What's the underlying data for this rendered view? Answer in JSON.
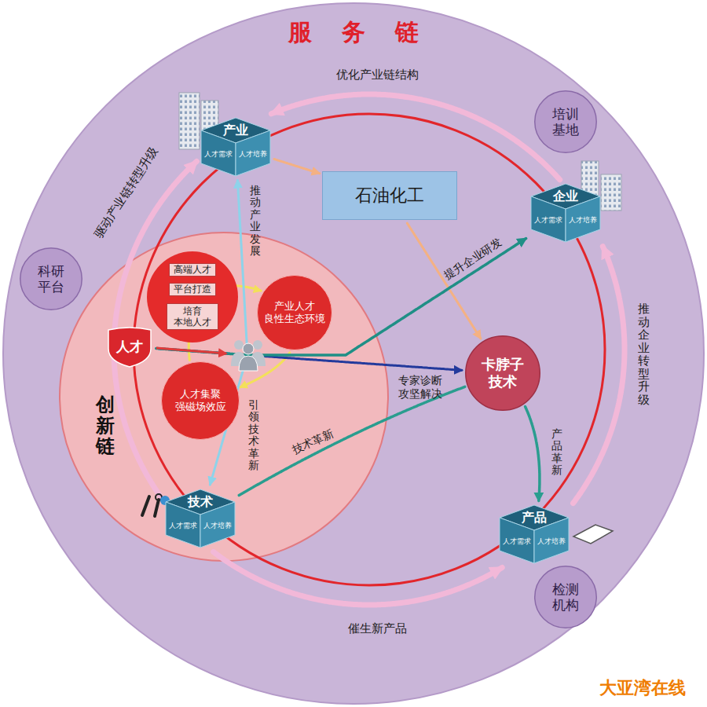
{
  "diagram": {
    "nodes": [
      {
        "text": [
          "服务链"
        ]
      },
      {
        "text": [
          "培训基地"
        ],
        "in": 0
      },
      {
        "text": [
          "科研平台"
        ],
        "in": 0
      },
      {
        "text": [
          "检测机构"
        ],
        "in": 0
      },
      {
        "text": [
          "产业",
          "人才需求",
          "人才培养"
        ],
        "in": 0
      },
      {
        "text": [
          "石油化工"
        ],
        "in": 0
      },
      {
        "text": [
          "企业",
          "人才需求",
          "人才培养"
        ],
        "in": 0
      },
      {
        "text": [
          "创新链"
        ],
        "in": 0
      },
      {
        "text": [
          "高端人才"
        ],
        "in": 7
      },
      {
        "text": [
          "平台打造"
        ],
        "in": 7
      },
      {
        "text": [
          "培育 本地人才"
        ],
        "in": 7
      },
      {
        "text": [
          "人才"
        ],
        "in": 7
      },
      {
        "text": [
          "产业人才 良性生态环境"
        ],
        "in": 7
      },
      {
        "text": [
          "人才集聚 强磁场效应"
        ],
        "in": 7
      },
      {
        "text": [
          "卡脖子技术"
        ],
        "in": 0
      },
      {
        "text": [
          "技术",
          "人才需求",
          "人才培养"
        ],
        "in": 7
      },
      {
        "text": [
          "产品",
          "人才需求",
          "人才培养"
        ],
        "in": 0
      }
    ],
    "edges": [
      {
        "from": 4,
        "to": 5,
        "arrow": "to"
      },
      {
        "from": 5,
        "to": 14,
        "arrow": "to"
      },
      {
        "from": 6,
        "to": 4,
        "label": "优化产业链结构",
        "arrow": "to"
      },
      {
        "from": 15,
        "to": 4,
        "label": "驱动产业链转型升级",
        "arrow": "to"
      },
      {
        "from": 16,
        "to": 6,
        "label": "推动企业转型升级",
        "arrow": "to"
      },
      {
        "from": 15,
        "to": 16,
        "label": "催生新产品",
        "arrow": "to"
      },
      {
        "from": 8,
        "to": 9,
        "arrow": "to"
      },
      {
        "from": 9,
        "to": 10,
        "arrow": "to"
      },
      {
        "from": 9,
        "to": 12,
        "arrow": "to"
      },
      {
        "from": 12,
        "to": 13,
        "arrow": "to"
      },
      {
        "from": 13,
        "to": 10,
        "arrow": "to"
      },
      {
        "from": 11,
        "to": 4,
        "label": "推动产业发展",
        "arrow": "to"
      },
      {
        "from": 11,
        "to": 15,
        "label": "引领技术革新",
        "arrow": "to"
      },
      {
        "from": 11,
        "to": 14,
        "label": "专家诊断 攻坚解决",
        "arrow": "to"
      },
      {
        "from": 11,
        "to": 6,
        "label": "提升企业研发",
        "arrow": "to"
      },
      {
        "from": 15,
        "to": 14,
        "label": "技术革新",
        "arrow": "none"
      },
      {
        "from": 14,
        "to": 16,
        "label": "产品革新",
        "arrow": "to"
      }
    ],
    "labels": [
      "大亚湾在线"
    ]
  }
}
